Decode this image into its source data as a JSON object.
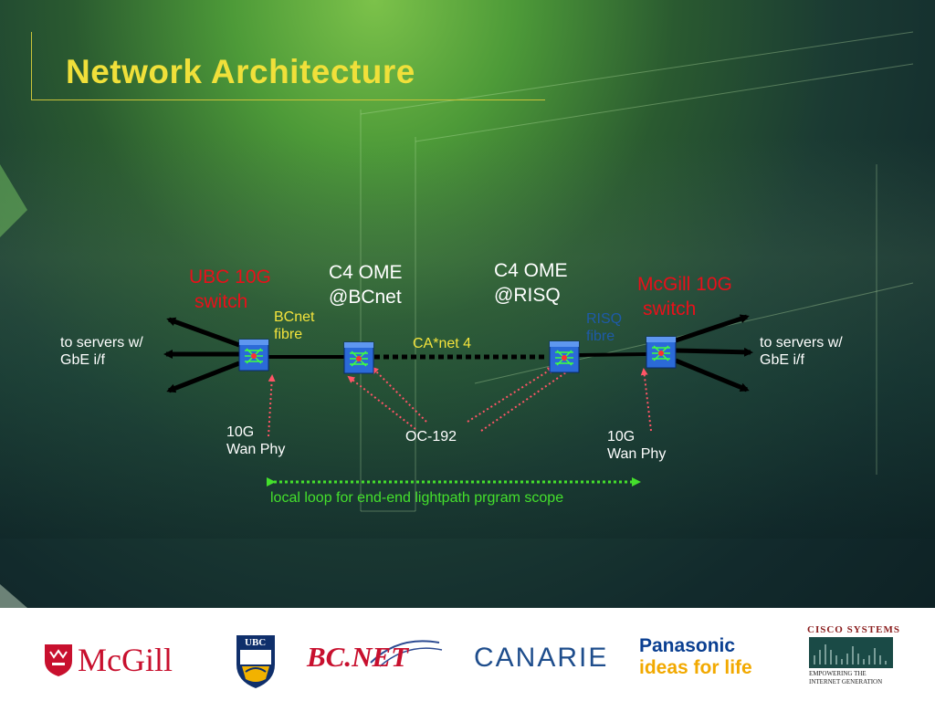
{
  "slide": {
    "title": "Network Architecture"
  },
  "diagram": {
    "left_servers": [
      "to servers w/",
      "GbE i/f"
    ],
    "right_servers": [
      "to servers w/",
      "GbE i/f"
    ],
    "ubc_switch": [
      "UBC 10G",
      "switch"
    ],
    "mcgill_switch": [
      "McGill 10G",
      "switch"
    ],
    "c4_bcnet": [
      "C4 OME",
      "@BCnet"
    ],
    "c4_risq": [
      "C4 OME",
      "@RISQ"
    ],
    "bcnet_fibre": [
      "BCnet",
      "fibre"
    ],
    "risq_fibre": [
      "RISQ",
      "fibre"
    ],
    "canet": "CA*net 4",
    "wan_left": [
      "10G",
      "Wan Phy"
    ],
    "wan_right": [
      "10G",
      "Wan Phy"
    ],
    "oc192": "OC-192",
    "local_loop": "local loop for end-end lightpath prgram scope"
  },
  "logos": {
    "mcgill": "McGill",
    "ubc": "UBC",
    "bcnet": "BC.NET",
    "canarie": "CANARIE",
    "panasonic": [
      "Panasonic",
      "ideas for life"
    ],
    "cisco": [
      "CISCO SYSTEMS",
      "EMPOWERING THE",
      "INTERNET GENERATION"
    ]
  },
  "colors": {
    "title": "#f0e03a",
    "switch_label": "#e8101a",
    "loop": "#44e02c",
    "mcgill_red": "#c8102e",
    "ubc_blue": "#0f2f6b",
    "canarie_blue": "#1e4d8c",
    "panasonic_blue": "#0a3f91",
    "panasonic_yellow": "#f2a900"
  },
  "icons": [
    "switch-icon",
    "arrow-icon"
  ]
}
